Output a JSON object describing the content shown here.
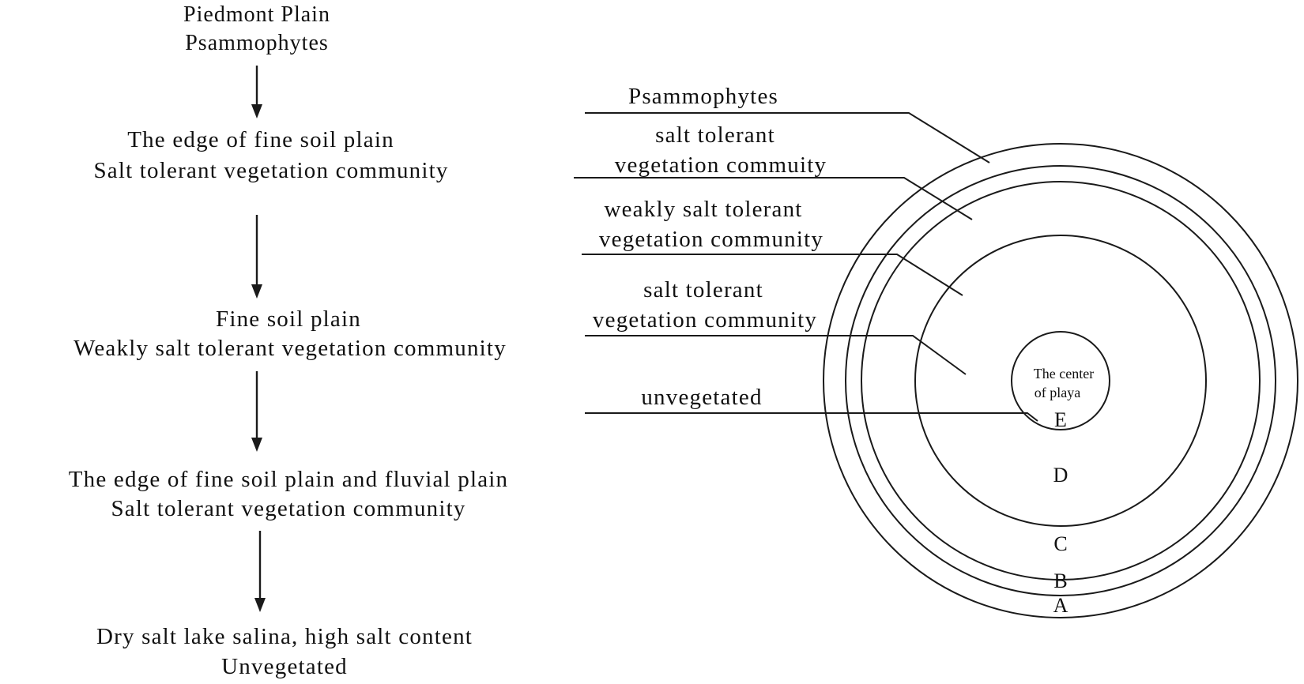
{
  "flow": [
    {
      "line1": "Piedmont Plain",
      "line2": "Psammophytes"
    },
    {
      "line1": "The edge of fine soil plain",
      "line2": "Salt tolerant vegetation community"
    },
    {
      "line1": "Fine soil plain",
      "line2": "Weakly salt tolerant vegetation community"
    },
    {
      "line1": "The edge of fine soil plain and fluvial plain",
      "line2": "Salt tolerant vegetation community"
    },
    {
      "line1": "Dry salt lake salina, high salt content",
      "line2": "Unvegetated"
    }
  ],
  "zone_labels": {
    "psammophytes": "Psammophytes",
    "salt_tolerant_1_line1": "salt tolerant",
    "salt_tolerant_1_line2": "vegetation commuity",
    "weakly_line1": "weakly salt tolerant",
    "weakly_line2": "vegetation community",
    "salt_tolerant_2_line1": "salt tolerant",
    "salt_tolerant_2_line2": "vegetation community",
    "unvegetated": "unvegetated"
  },
  "zones": {
    "A": "A",
    "B": "B",
    "C": "C",
    "D": "D",
    "E": "E"
  },
  "center": {
    "line1": "The center",
    "line2": "of playa"
  }
}
